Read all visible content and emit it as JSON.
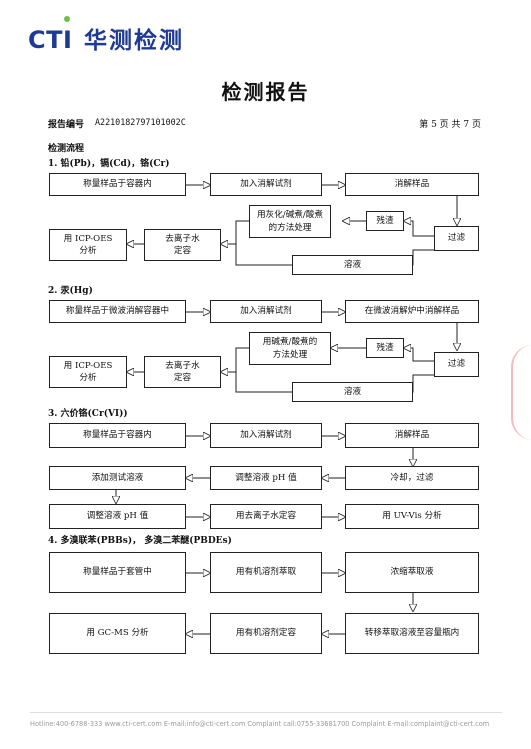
{
  "header": {
    "logo_text": "CTI",
    "logo_cn": "华测检测",
    "accent": "#1f3a93",
    "dot_color": "#6cc04a"
  },
  "title": "检测报告",
  "report": {
    "number_label": "报告编号",
    "number": "A2210182797101002C",
    "page_text": "第 5 页   共 7 页"
  },
  "process_heading": "检测流程",
  "sections": {
    "s1": {
      "heading": "1.  铅(Pb)，镉(Cd)，铬(Cr)",
      "boxes": [
        "称量样品于容器内",
        "加入消解试剂",
        "消解样品",
        "用灰化/碱煮/酸煮\n的方法处理",
        "残渣",
        "过滤",
        "用 ICP-OES\n分析",
        "去离子水\n定容",
        "溶液"
      ]
    },
    "s2": {
      "heading": "2.  汞(Hg)",
      "boxes": [
        "称量样品于微波消解容器中",
        "加入消解试剂",
        "在微波消解炉中消解样品",
        "用碱煮/酸煮的\n方法处理",
        "残渣",
        "过滤",
        "用 ICP-OES\n分析",
        "去离子水\n定容",
        "溶液"
      ]
    },
    "s3": {
      "heading": "3.  六价铬(Cr(VI))",
      "boxes": [
        "称量样品于容器内",
        "加入消解试剂",
        "消解样品",
        "添加测试溶液",
        "调整溶液 pH 值",
        "冷却，过滤",
        "调整溶液 pH 值",
        "用去离子水定容",
        "用 UV-Vis 分析"
      ]
    },
    "s4": {
      "heading": "4.  多溴联苯(PBBs)，  多溴二苯醚(PBDEs)",
      "boxes": [
        "称量样品于套管中",
        "用有机溶剂萃取",
        "浓缩萃取液",
        "用 GC-MS 分析",
        "用有机溶剂定容",
        "转移萃取溶液至容量瓶内"
      ]
    }
  },
  "footer": {
    "text": "Hotline:400-6788-333      www.cti-cert.com      E-mail:info@cti-cert.com      Complaint call:0755-33681700      Complaint E-mail:complaint@cti-cert.com"
  }
}
